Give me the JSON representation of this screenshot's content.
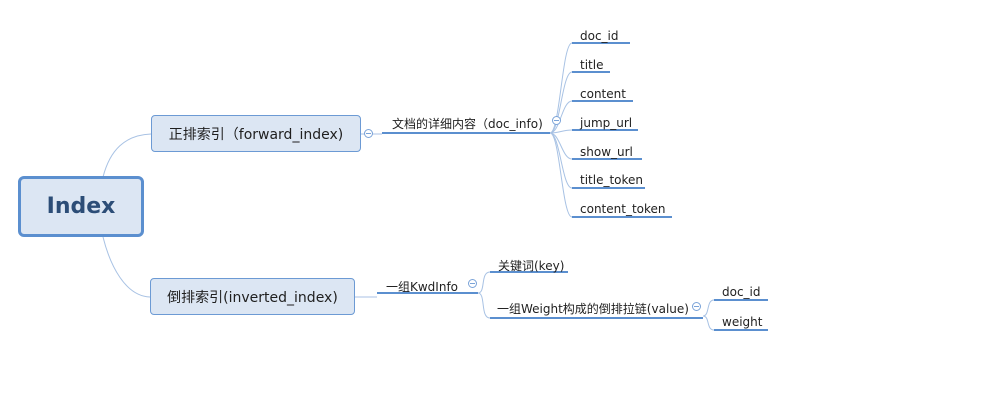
{
  "root": {
    "label": "Index"
  },
  "forward": {
    "label": "正排索引（forward_index)",
    "child": "文档的详细内容（doc_info)",
    "fields": [
      "doc_id",
      "title",
      "content",
      "jump_url",
      "show_url",
      "title_token",
      "content_token"
    ]
  },
  "inverted": {
    "label": "倒排索引(inverted_index)",
    "child": "一组KwdInfo",
    "key": "关键词(key)",
    "value": "一组Weight构成的倒排拉链(value)",
    "value_fields": [
      "doc_id",
      "weight"
    ]
  },
  "colors": {
    "line": "#5b8fcf",
    "node_fill": "#dce6f3",
    "root_text": "#2c4d77"
  }
}
